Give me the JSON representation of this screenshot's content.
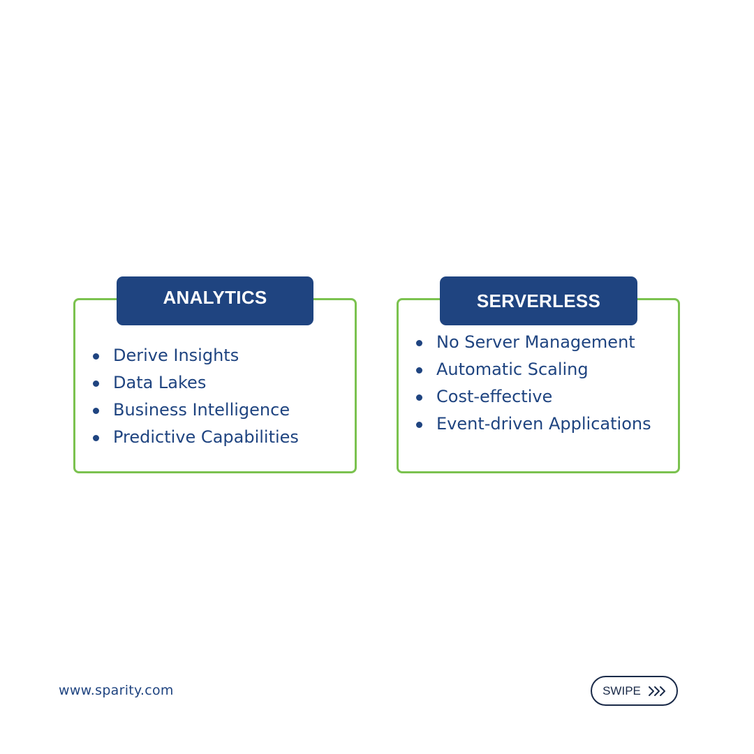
{
  "analytics": {
    "title": "ANALYTICS",
    "items": [
      "Derive Insights",
      "Data Lakes",
      "Business Intelligence",
      "Predictive Capabilities"
    ]
  },
  "serverless": {
    "title": "SERVERLESS",
    "items": [
      "No Server Management",
      "Automatic Scaling",
      "Cost-effective",
      "Event-driven Applications"
    ]
  },
  "footer": {
    "url": "www.sparity.com",
    "swipe_label": "SWIPE",
    "swipe_icon": "triple-chevron-right-icon"
  },
  "colors": {
    "brand_navy": "#1f4480",
    "border_green": "#7bc24f",
    "button_outline": "#1a2a48"
  }
}
